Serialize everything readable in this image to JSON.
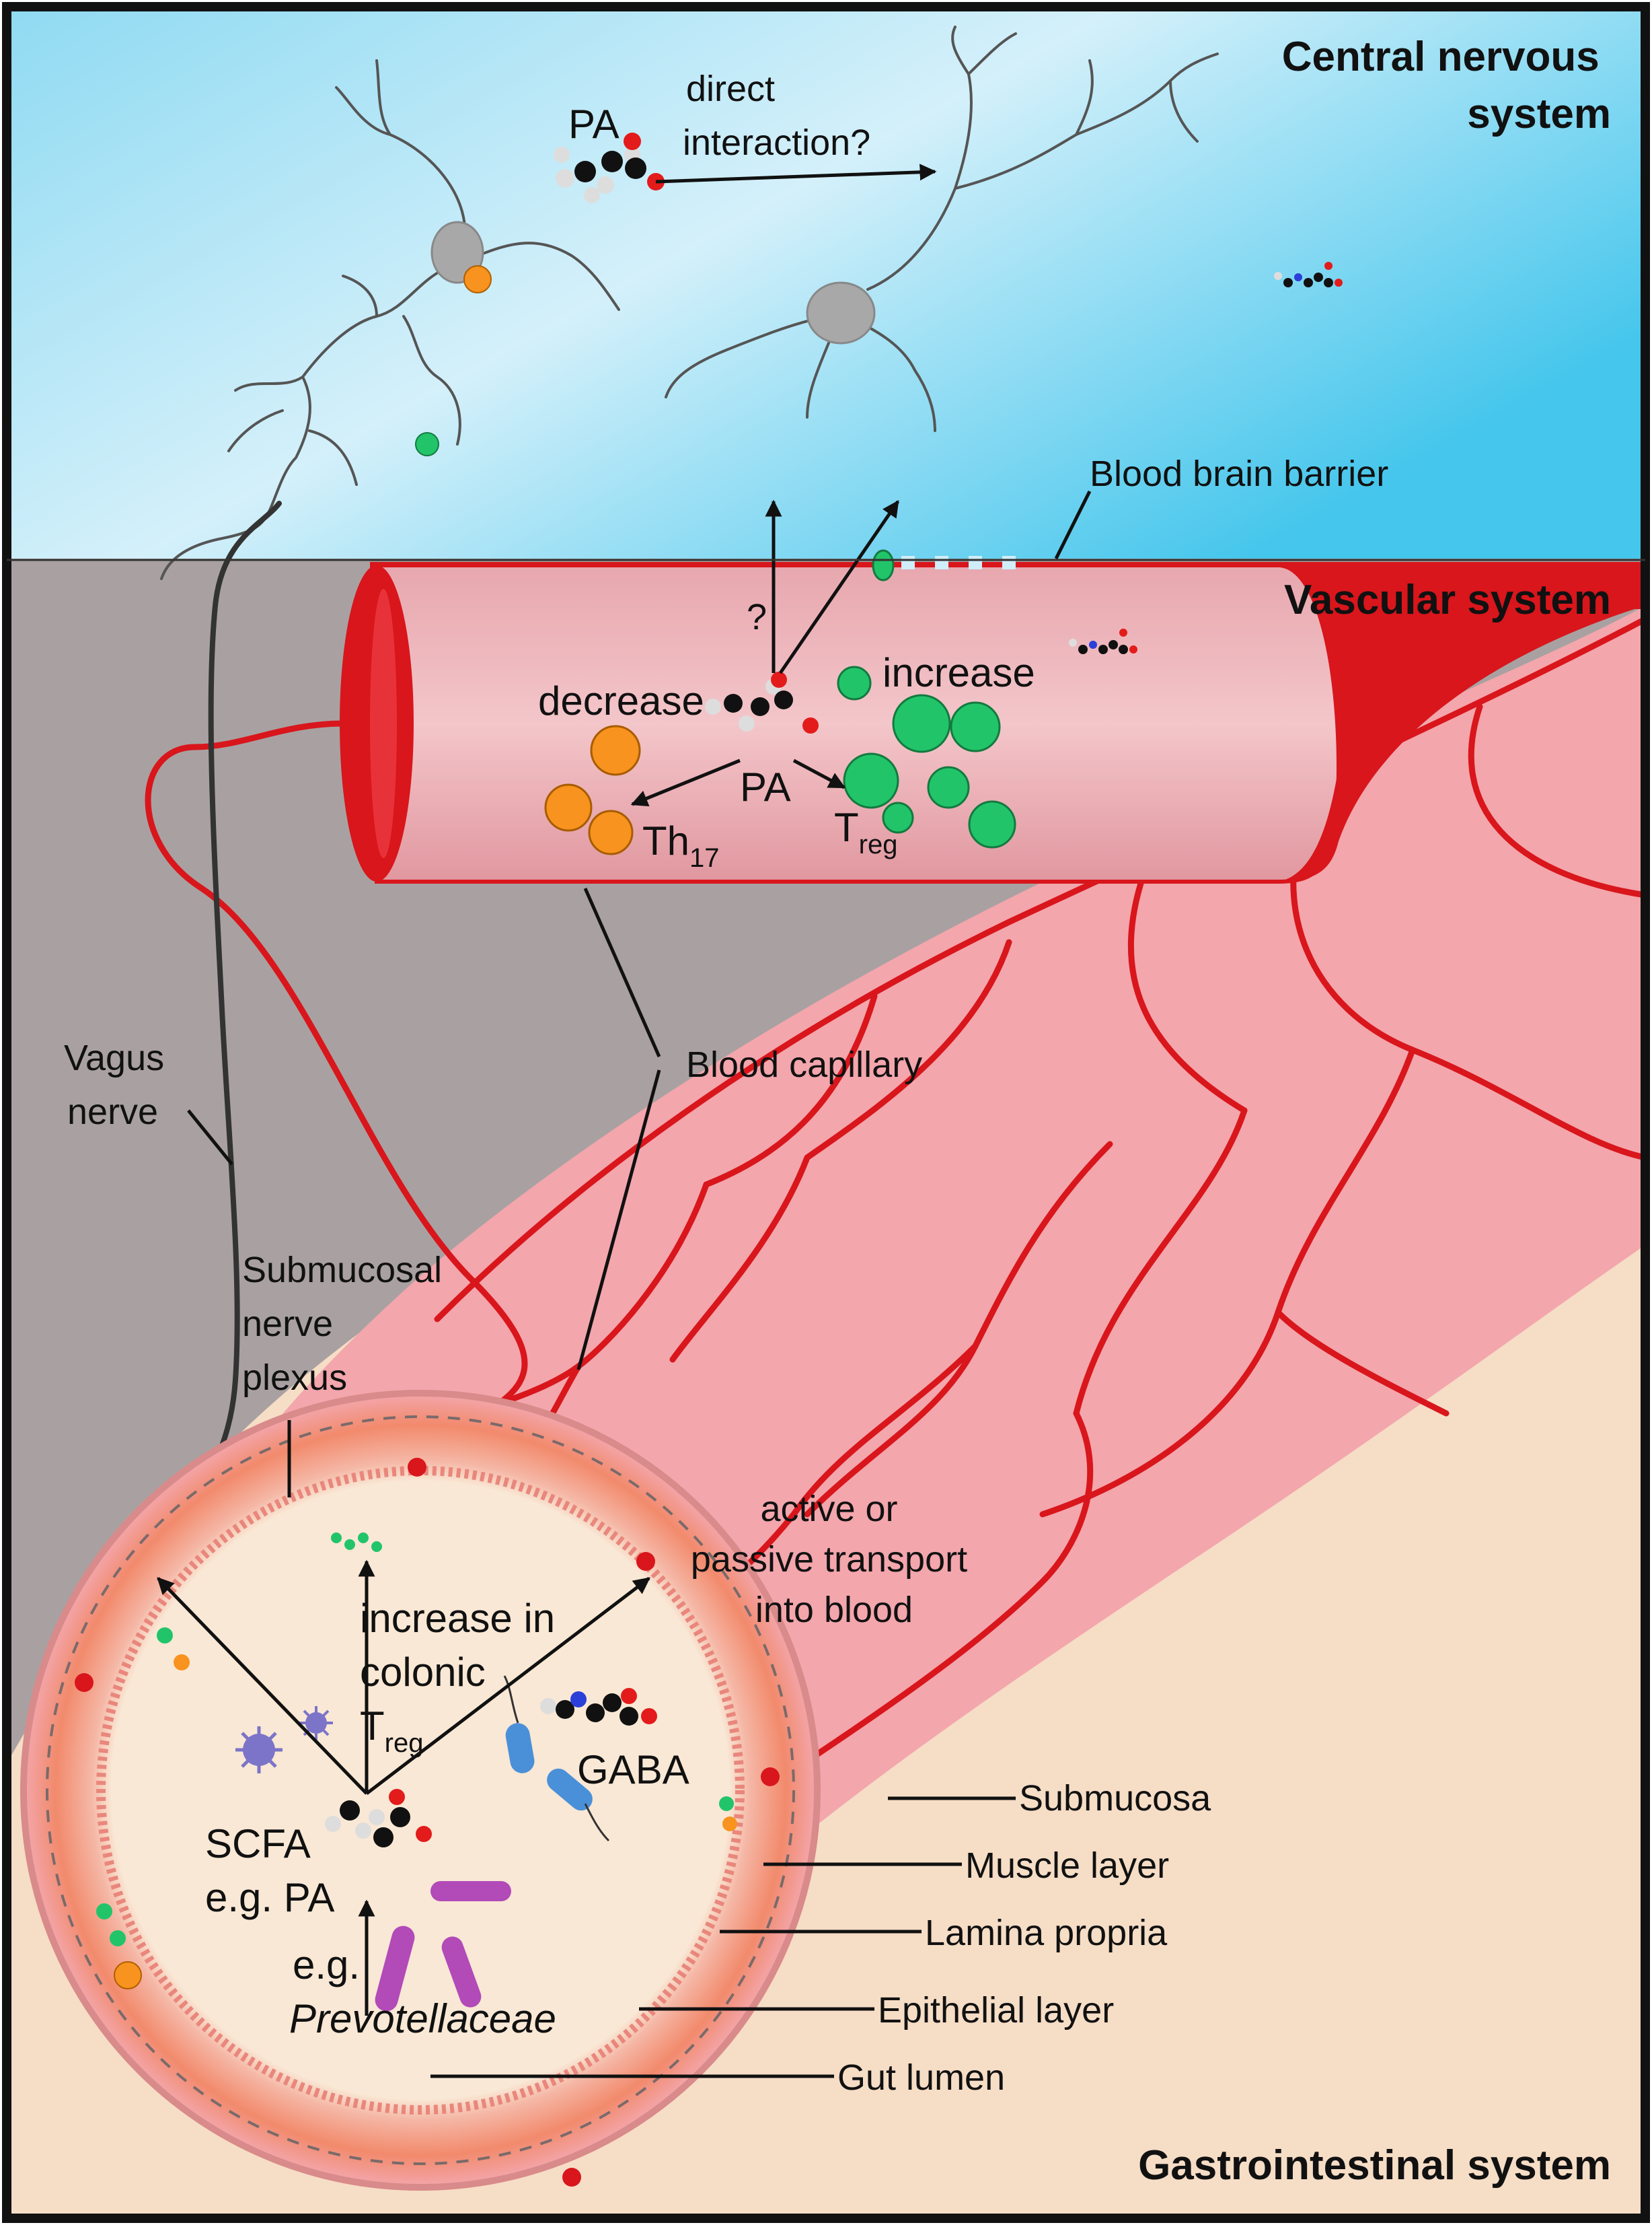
{
  "regions": {
    "cns": "Central nervous\nsystem",
    "vascular": "Vascular system",
    "gi": "Gastrointestinal system"
  },
  "labels": {
    "pa_top": "PA",
    "direct_interaction": "direct\ninteraction?",
    "bbb": "Blood brain barrier",
    "question": "?",
    "decrease": "decrease",
    "increase": "increase",
    "pa_mid": "PA",
    "th17_main": "Th",
    "th17_sub": "17",
    "treg_main": "T",
    "treg_sub": "reg",
    "vagus": "Vagus\nnerve",
    "blood_capillary": "Blood capillary",
    "submucosal_plexus": "Submucosal\nnerve\nplexus",
    "transport": "active or\npassive transport\ninto blood",
    "colonic_treg_1": "increase in",
    "colonic_treg_2": "colonic",
    "colonic_treg_main": "T",
    "colonic_treg_sub": "reg",
    "gaba": "GABA",
    "scfa_1": "SCFA",
    "scfa_2": "e.g. PA",
    "eg": "e.g.",
    "prevotellaceae": "Prevotellaceae",
    "submucosa": "Submucosa",
    "muscle_layer": "Muscle layer",
    "lamina_propria": "Lamina propria",
    "epithelial_layer": "Epithelial layer",
    "gut_lumen": "Gut lumen"
  },
  "colors": {
    "cns_bg": "#7fd3ef",
    "vascular_bg": "#a9a1a1",
    "gi_bg": "#f6ddc6",
    "vessel_red": "#d8161c",
    "tissue_pink": "#f3a6ac",
    "th17_orange": "#f7931e",
    "treg_green": "#22c46a",
    "bacteria_purple": "#b24ab8",
    "bacteria_blue": "#4a90d9"
  }
}
